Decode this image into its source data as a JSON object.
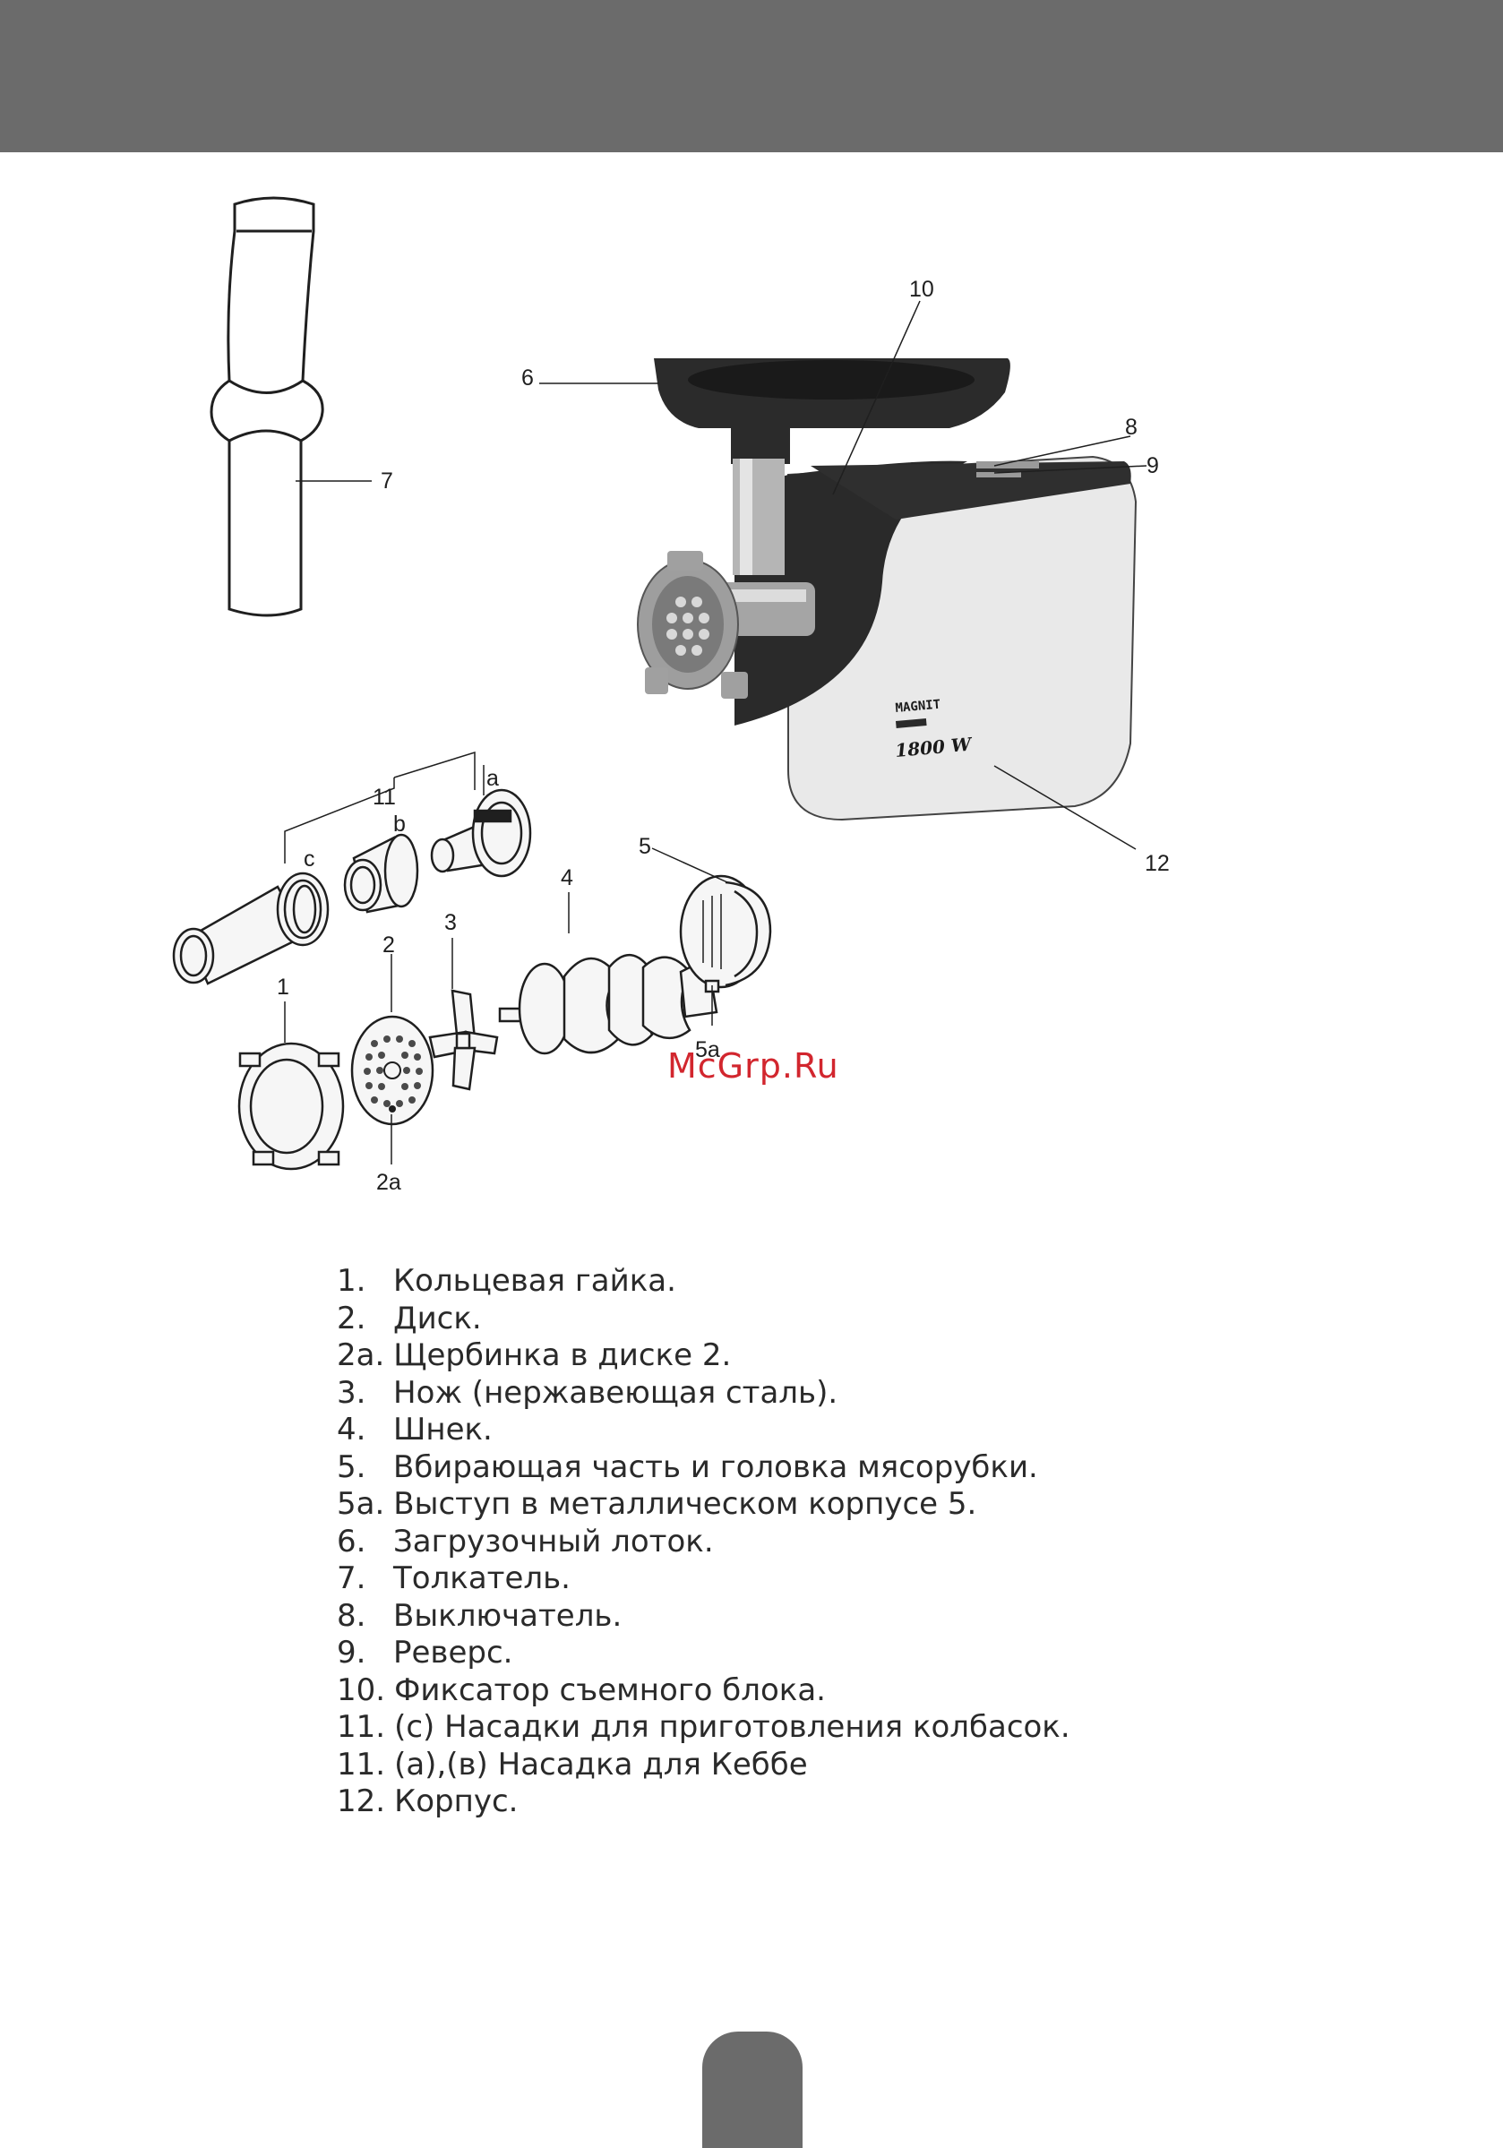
{
  "header": {
    "color": "#6b6b6b"
  },
  "figure": {
    "brand_label": "MAGNIT",
    "power_label": "1800 W",
    "callouts": {
      "c1": "1",
      "c2": "2",
      "c2a": "2a",
      "c3": "3",
      "c4": "4",
      "c5": "5",
      "c5a": "5a",
      "c6": "6",
      "c7": "7",
      "c8": "8",
      "c9": "9",
      "c10": "10",
      "c11": "11",
      "c12": "12",
      "ca": "a",
      "cb": "b",
      "cc": "c"
    }
  },
  "watermark": {
    "text": "McGrp.Ru",
    "color": "#d2262e"
  },
  "parts": [
    {
      "num": "1.",
      "text": "Кольцевая гайка."
    },
    {
      "num": "2.",
      "text": "Диск."
    },
    {
      "num": "2а.",
      "text": "Щербинка в диске 2."
    },
    {
      "num": "3.",
      "text": "Нож (нержавеющая сталь)."
    },
    {
      "num": "4.",
      "text": "Шнек."
    },
    {
      "num": "5.",
      "text": "Вбирающая часть и головка мясорубки."
    },
    {
      "num": "5а.",
      "text": "Выступ в металлическом корпусе 5."
    },
    {
      "num": "6.",
      "text": "Загрузочный лоток."
    },
    {
      "num": "7.",
      "text": "Толкатель."
    },
    {
      "num": "8.",
      "text": "Выключатель."
    },
    {
      "num": "9.",
      "text": "Реверс."
    },
    {
      "num": "10.",
      "text": "Фиксатор съемного блока."
    },
    {
      "num": "11.",
      "text": "(с) Насадки для приготовления колбасок."
    },
    {
      "num": "11.",
      "text": " (а),(в) Насадка для Кеббе"
    },
    {
      "num": "12.",
      "text": "Корпус."
    }
  ]
}
